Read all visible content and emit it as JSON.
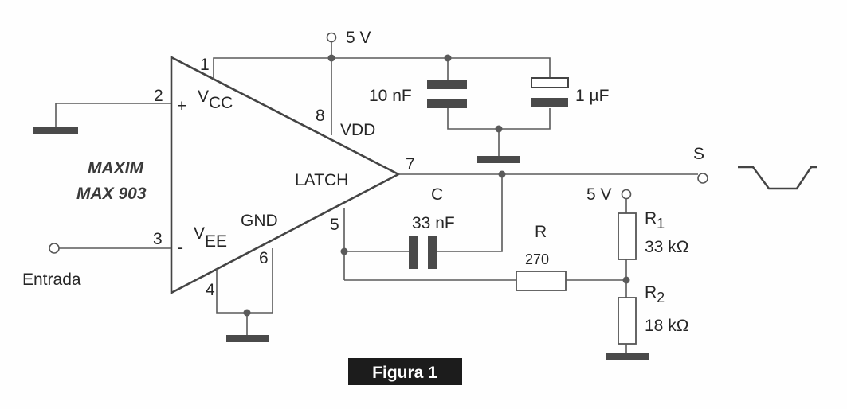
{
  "diagram": {
    "chip_brand": "MAXIM",
    "chip_model": "MAX 903",
    "supply_label": "5 V",
    "supply_label_r1": "5 V",
    "pins": {
      "p1": "1",
      "p2": "2",
      "p3": "3",
      "p4": "4",
      "p5": "5",
      "p6": "6",
      "p7": "7",
      "p8": "8"
    },
    "inputs": {
      "plus": "+",
      "minus": "-"
    },
    "pin_names": {
      "vcc_base": "V",
      "vcc_sub": "CC",
      "vee_base": "V",
      "vee_sub": "EE",
      "vdd": "VDD",
      "gnd": "GND",
      "latch": "LATCH"
    },
    "capacitors": {
      "c1": "10 nF",
      "c2": "1 µF",
      "c_name": "C",
      "c_value": "33 nF"
    },
    "resistors": {
      "r_name": "R",
      "r_value": "270",
      "r1_base": "R",
      "r1_sub": "1",
      "r1_value": "33 kΩ",
      "r2_base": "R",
      "r2_sub": "2",
      "r2_value": "18 kΩ"
    },
    "input_label": "Entrada",
    "output_label": "S",
    "figure_caption": "Figura 1"
  }
}
